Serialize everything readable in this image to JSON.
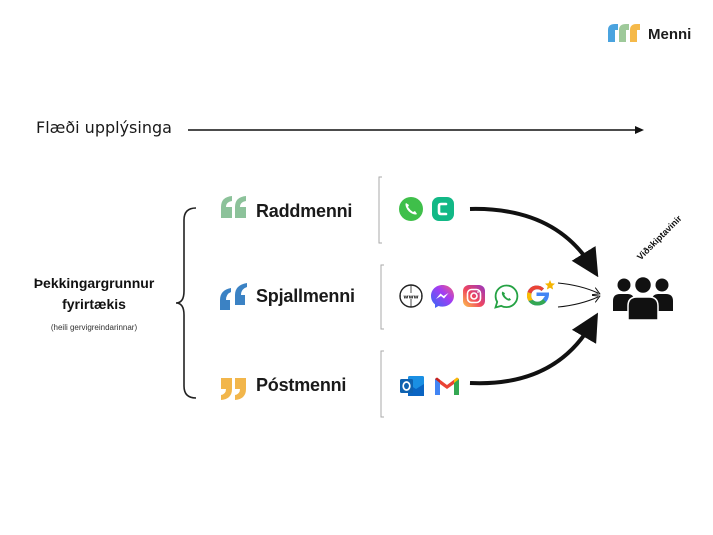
{
  "brand": {
    "name": "Menni",
    "colors": [
      "#4aa3df",
      "#f5b94a",
      "#9ec99a"
    ]
  },
  "flow": {
    "label": "Flæði upplýsinga"
  },
  "knowledge_base": {
    "title_line1": "Þekkingargrunnur",
    "title_line2": "fyrirtækis",
    "subtitle": "(heili gervigreindarinnar)"
  },
  "bots": [
    {
      "name": "Raddmenni",
      "quote_color": "#8cc29a",
      "channels": [
        "phone-icon",
        "call-app-icon"
      ]
    },
    {
      "name": "Spjallmenni",
      "quote_color": "#3b82c4",
      "channels": [
        "web-icon",
        "messenger-icon",
        "instagram-icon",
        "whatsapp-icon",
        "google-reviews-icon"
      ]
    },
    {
      "name": "Póstmenni",
      "quote_color": "#f2b64b",
      "channels": [
        "outlook-icon",
        "gmail-icon"
      ]
    }
  ],
  "customers": {
    "label": "Viðskiptavinir"
  }
}
